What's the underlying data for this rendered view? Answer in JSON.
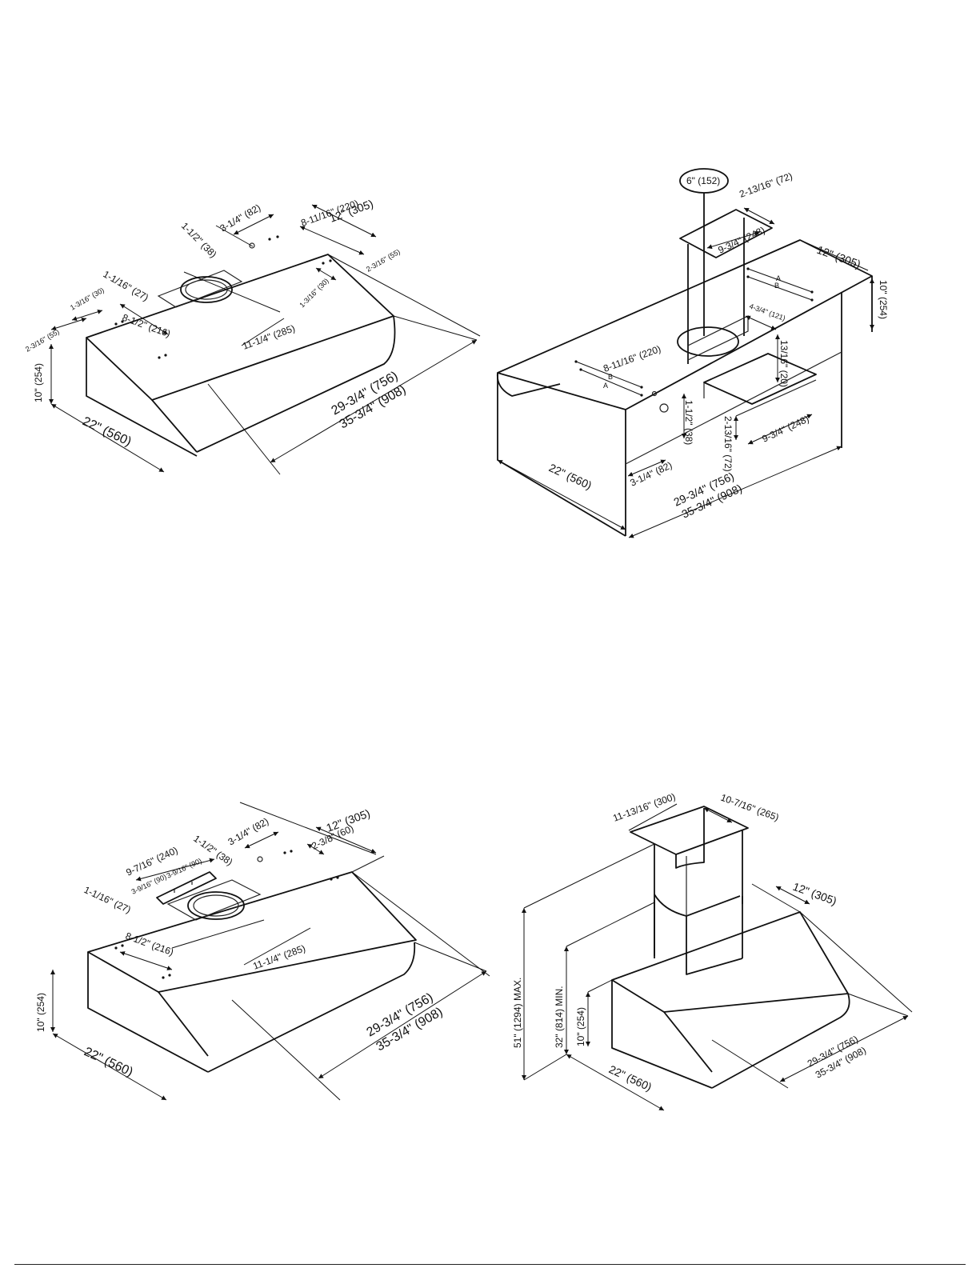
{
  "panels": {
    "top_left": {
      "dims": {
        "w1_1_2": "1-1/2\" (38)",
        "w3_1_4": "3-1/4\" (82)",
        "w12": "12\" (305)",
        "w8_11_16": "8-11/16\" (220)",
        "w2_3_16_r": "2-3/16\" (55)",
        "w1_1_16": "1-1/16\" (27)",
        "w1_3_16_l": "1-3/16\" (30)",
        "w1_3_16_r": "1-3/16\" (30)",
        "w2_3_16_l": "2-3/16\" (55)",
        "w8_1_2": "8-1/2\" (216)",
        "w11_1_4": "11-1/4\" (285)",
        "h10": "10\" (254)",
        "d22": "22\" (560)",
        "l29": "29-3/4\" (756)",
        "l35": "35-3/4\" (908)"
      }
    },
    "top_right": {
      "dims": {
        "d6": "6\" (152)",
        "w2_13_16_t": "2-13/16\" (72)",
        "w9_3_4_t": "9-3/4\" (248)",
        "w12": "12\" (305)",
        "h10": "10\" (254)",
        "a1": "A",
        "b1": "B",
        "w4_3_4": "4-3/4\" (121)",
        "w13_16": "13/16\" (20)",
        "w8_11_16": "8-11/16\" (220)",
        "b2": "B",
        "a2": "A",
        "w1_1_2": "1-1/2\" (38)",
        "w2_13_16_b": "2-13/16\" (72)",
        "w9_3_4_b": "9-3/4\" (248)",
        "w3_1_4": "3-1/4\" (82)",
        "d22": "22\" (560)",
        "l29": "29-3/4\" (756)",
        "l35": "35-3/4\" (908)"
      }
    },
    "bottom_left": {
      "dims": {
        "w12": "12\" (305)",
        "w3_1_4": "3-1/4\" (82)",
        "w2_3_8": "2-3/8\" (60)",
        "w1_1_2": "1-1/2\" (38)",
        "w9_7_16": "9-7/16\" (240)",
        "w3_9_16_a": "3-9/16\" (90)",
        "w3_9_16_b": "3-9/16\" (90)",
        "w1_1_16": "1-1/16\" (27)",
        "w8_1_2": "8-1/2\" (216)",
        "w11_1_4": "11-1/4\" (285)",
        "h10": "10\" (254)",
        "d22": "22\" (560)",
        "l29": "29-3/4\" (756)",
        "l35": "35-3/4\" (908)"
      }
    },
    "bottom_right": {
      "dims": {
        "w11_13_16": "11-13/16\" (300)",
        "w10_7_16": "10-7/16\" (265)",
        "w12": "12\" (305)",
        "h51": "51\" (1294) MAX.",
        "h32": "32\" (814) MIN.",
        "h10": "10\" (254)",
        "d22": "22\" (560)",
        "l29": "29-3/4\" (756)",
        "l35": "35-3/4\" (908)"
      }
    }
  }
}
